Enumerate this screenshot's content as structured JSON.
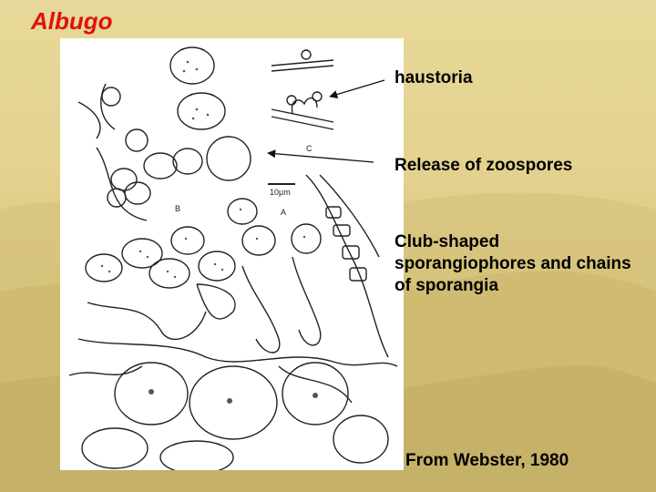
{
  "slide": {
    "title": "Albugo",
    "labels": {
      "haustoria": "haustoria",
      "zoospores": "Release of zoospores",
      "sporangiophores": "Club-shaped sporangiophores and chains of sporangia",
      "citation": "From Webster, 1980"
    },
    "figure_letters": {
      "a": "A",
      "b": "B",
      "c": "C",
      "scale": "10µm"
    },
    "colors": {
      "title": "#e01010",
      "background": "#e3d28f",
      "text": "#000000"
    }
  }
}
